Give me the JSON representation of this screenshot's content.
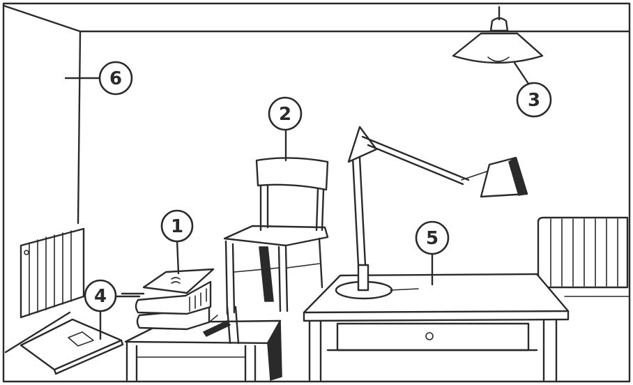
{
  "callouts": [
    {
      "id": "1",
      "label": "1"
    },
    {
      "id": "2",
      "label": "2"
    },
    {
      "id": "3",
      "label": "3"
    },
    {
      "id": "4",
      "label": "4"
    },
    {
      "id": "5",
      "label": "5"
    },
    {
      "id": "6",
      "label": "6"
    }
  ],
  "ink_color": "#2a2a2a",
  "paper_color": "#ffffff"
}
